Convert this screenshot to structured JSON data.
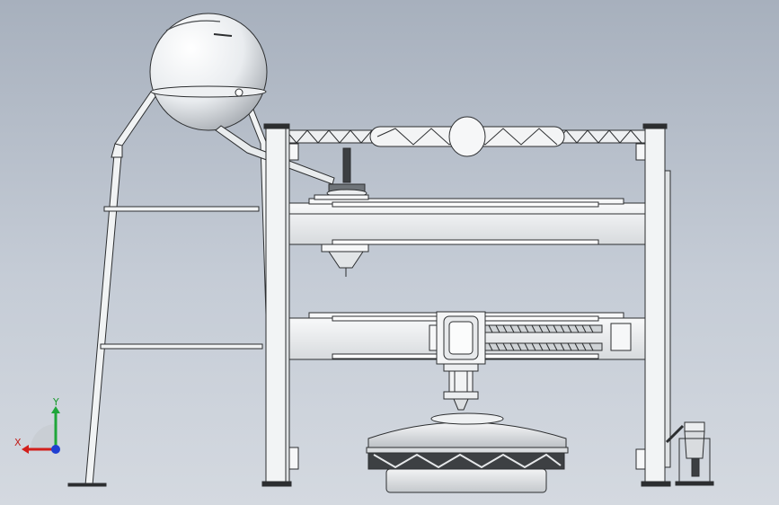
{
  "viewport": {
    "background_top": "#a7b0bd",
    "background_bottom": "#d4d9e0",
    "model": "gantry-3d-printer-assembly"
  },
  "triad": {
    "x_label": "X",
    "y_label": "Y",
    "x_color": "#d21f1b",
    "y_color": "#1fa63a",
    "z_color": "#1f3fd2"
  }
}
